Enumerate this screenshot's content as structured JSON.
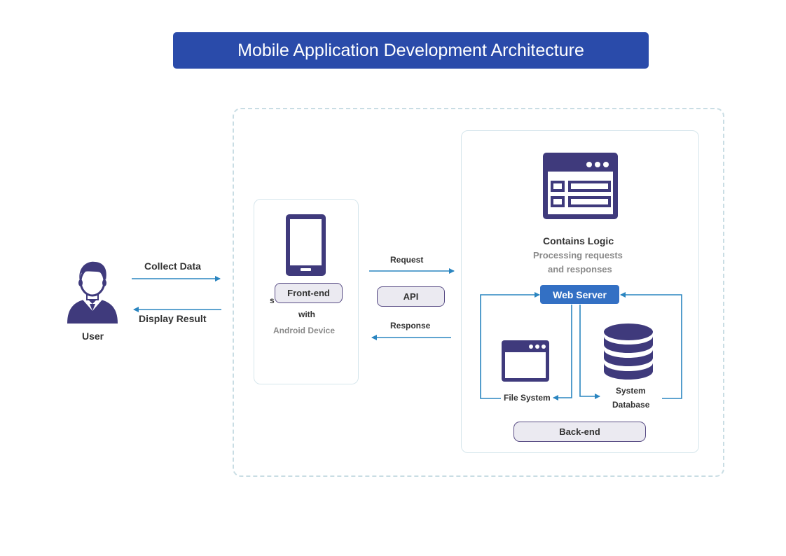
{
  "title": "Mobile Application Development Architecture",
  "user": {
    "label": "User",
    "icon": "user-icon"
  },
  "flows": {
    "collect": "Collect Data",
    "display": "Display Result",
    "request": "Request",
    "response": "Response"
  },
  "frontend": {
    "pill": "Front-end",
    "line1": "with",
    "line2": "Android Device",
    "hidden_fragment": "s"
  },
  "api": {
    "label": "API"
  },
  "backend": {
    "logic_title": "Contains Logic",
    "logic_desc_1": "Processing requests",
    "logic_desc_2": "and responses",
    "web_server": "Web Server",
    "file_system": "File System",
    "system": "System",
    "database": "Database",
    "pill": "Back-end"
  },
  "colors": {
    "title_bg": "#2a4baa",
    "icon": "#3f3a7c",
    "arrow": "#2a85c0",
    "web_server_bg": "#3370c4",
    "pill_bg": "#ebeaf1"
  }
}
